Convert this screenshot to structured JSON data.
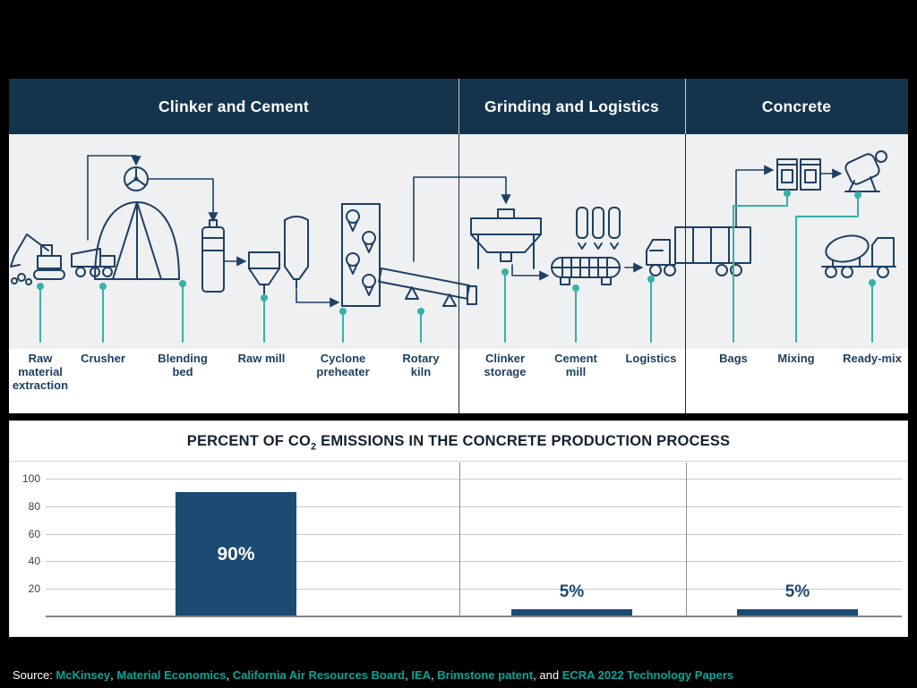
{
  "sections": [
    {
      "title": "Clinker and Cement"
    },
    {
      "title": "Grinding and Logistics"
    },
    {
      "title": "Concrete"
    }
  ],
  "stations": [
    {
      "label": "Raw material extraction"
    },
    {
      "label": "Crusher"
    },
    {
      "label": "Blending bed"
    },
    {
      "label": "Raw mill"
    },
    {
      "label": "Cyclone preheater"
    },
    {
      "label": "Rotary kiln"
    },
    {
      "label": "Clinker storage"
    },
    {
      "label": "Cement mill"
    },
    {
      "label": "Logistics"
    },
    {
      "label": "Bags"
    },
    {
      "label": "Mixing"
    },
    {
      "label": "Ready-mix"
    }
  ],
  "equipment_icons": [
    "excavator-icon",
    "dump-truck-icon",
    "blending-dome-icon",
    "fan-icon",
    "raw-feed-silo-icon",
    "hopper-icon",
    "silo-icon",
    "cyclone-preheater-icon",
    "rotary-kiln-icon",
    "clinker-storage-icon",
    "cement-silos-icon",
    "cement-mill-icon",
    "semi-truck-icon",
    "cement-bags-icon",
    "mixer-icon",
    "ready-mix-truck-icon"
  ],
  "chart": {
    "title_pre": "PERCENT OF CO",
    "title_sub": "2",
    "title_post": " EMISSIONS IN THE CONCRETE PRODUCTION PROCESS"
  },
  "chart_data": {
    "type": "bar",
    "title": "PERCENT OF CO2 EMISSIONS IN THE CONCRETE PRODUCTION PROCESS",
    "categories": [
      "Clinker and Cement",
      "Grinding and Logistics",
      "Concrete"
    ],
    "values": [
      90,
      5,
      5
    ],
    "value_labels": [
      "90%",
      "5%",
      "5%"
    ],
    "xlabel": "",
    "ylabel": "",
    "ylim": [
      0,
      100
    ],
    "yticks": [
      100,
      80,
      60,
      40,
      20
    ],
    "grid": true,
    "legend": "none",
    "bar_color": "#1b4a72"
  },
  "source": {
    "parts": [
      {
        "text": "Source: ",
        "type": "plain"
      },
      {
        "text": "McKinsey",
        "type": "link"
      },
      {
        "text": ", ",
        "type": "plain"
      },
      {
        "text": "Material Economics",
        "type": "link"
      },
      {
        "text": ", ",
        "type": "plain"
      },
      {
        "text": "California Air Resources Board",
        "type": "link"
      },
      {
        "text": ", ",
        "type": "plain"
      },
      {
        "text": "IEA",
        "type": "link"
      },
      {
        "text": ", ",
        "type": "plain"
      },
      {
        "text": "Brimstone patent",
        "type": "link"
      },
      {
        "text": ", and ",
        "type": "plain"
      },
      {
        "text": "ECRA 2022 Technology Papers",
        "type": "link"
      }
    ]
  },
  "colors": {
    "header_navy": "#14344e",
    "bar_navy": "#1b4a72",
    "teal_accent": "#36b1a8",
    "source_link_teal": "#00a79b",
    "illustration_bg": "#eef0f1",
    "line_navy": "#1f3f63"
  }
}
